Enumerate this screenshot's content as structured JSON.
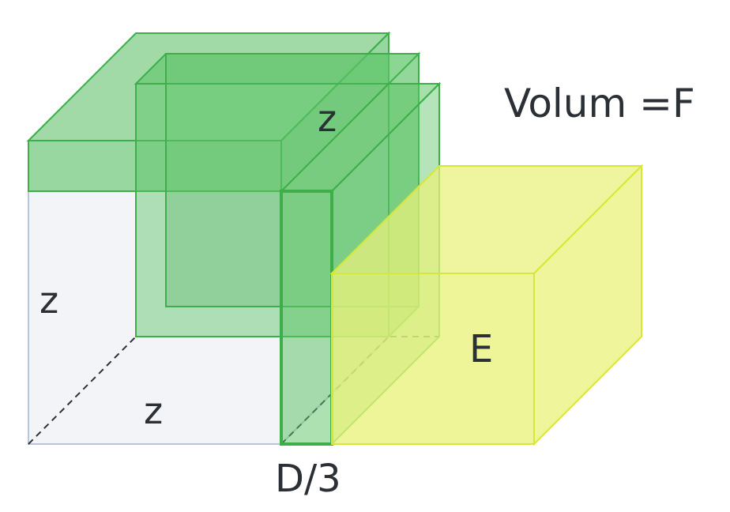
{
  "labels": {
    "volume_formula": "Volum =F",
    "top_slab_edge": "z",
    "cube_height": "z",
    "cube_depth": "z",
    "bar_width": "D/3",
    "yellow_box": "E"
  },
  "colors": {
    "cube_face": "#f3f4f7",
    "cube_edge": "#b7c6e0",
    "inner_face": "#dfe2e7",
    "green_fill": "#5cc466",
    "green_edge": "#3fae4a",
    "yellow_fill": "#e9f27a",
    "yellow_edge": "#d6e63a",
    "text": "#2b2f36"
  }
}
